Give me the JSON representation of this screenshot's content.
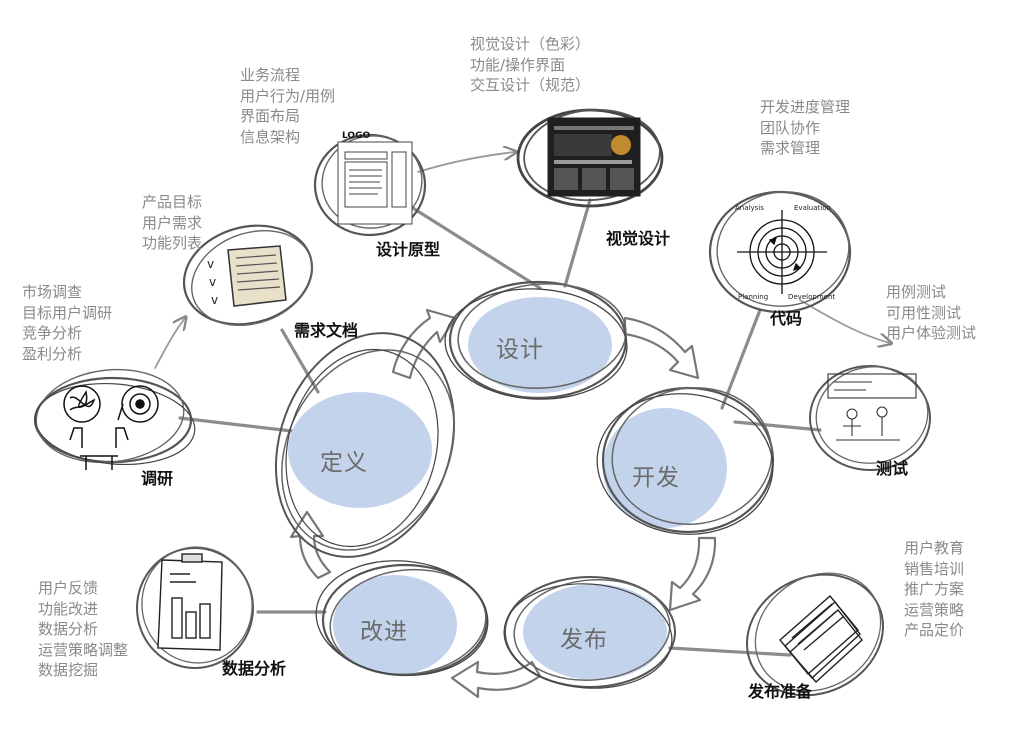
{
  "phases": {
    "design": "设计",
    "define": "定义",
    "develop": "开发",
    "release": "发布",
    "improve": "改进"
  },
  "nodes": {
    "research": {
      "label": "调研",
      "items": [
        "市场调查",
        "目标用户调研",
        "竞争分析",
        "盈利分析"
      ]
    },
    "requirements_doc": {
      "label": "需求文档",
      "items": [
        "产品目标",
        "用户需求",
        "功能列表"
      ]
    },
    "prototype": {
      "label": "设计原型",
      "items": [
        "业务流程",
        "用户行为/用例",
        "界面布局",
        "信息架构"
      ],
      "logo_text": "LOGO"
    },
    "visual_design": {
      "label": "视觉设计",
      "items": [
        "视觉设计（色彩）",
        "功能/操作界面",
        "交互设计（规范）"
      ]
    },
    "code": {
      "label": "代码",
      "items": [
        "开发进度管理",
        "团队协作",
        "需求管理"
      ],
      "quadrant_labels": [
        "Analysis",
        "Evaluation",
        "Planning",
        "Development"
      ]
    },
    "testing": {
      "label": "测试",
      "items": [
        "用例测试",
        "可用性测试",
        "用户体验测试"
      ]
    },
    "release_prep": {
      "label": "发布准备",
      "items": [
        "用户教育",
        "销售培训",
        "推广方案",
        "运营策略",
        "产品定价"
      ]
    },
    "data_analysis": {
      "label": "数据分析",
      "items": [
        "用户反馈",
        "功能改进",
        "数据分析",
        "运营策略调整",
        "数据挖掘"
      ]
    }
  },
  "colors": {
    "phase_fill": "#c3d3ec",
    "sketch_stroke": "#555555",
    "connector": "#8c8c8c",
    "list_text": "#8a8a8a"
  }
}
